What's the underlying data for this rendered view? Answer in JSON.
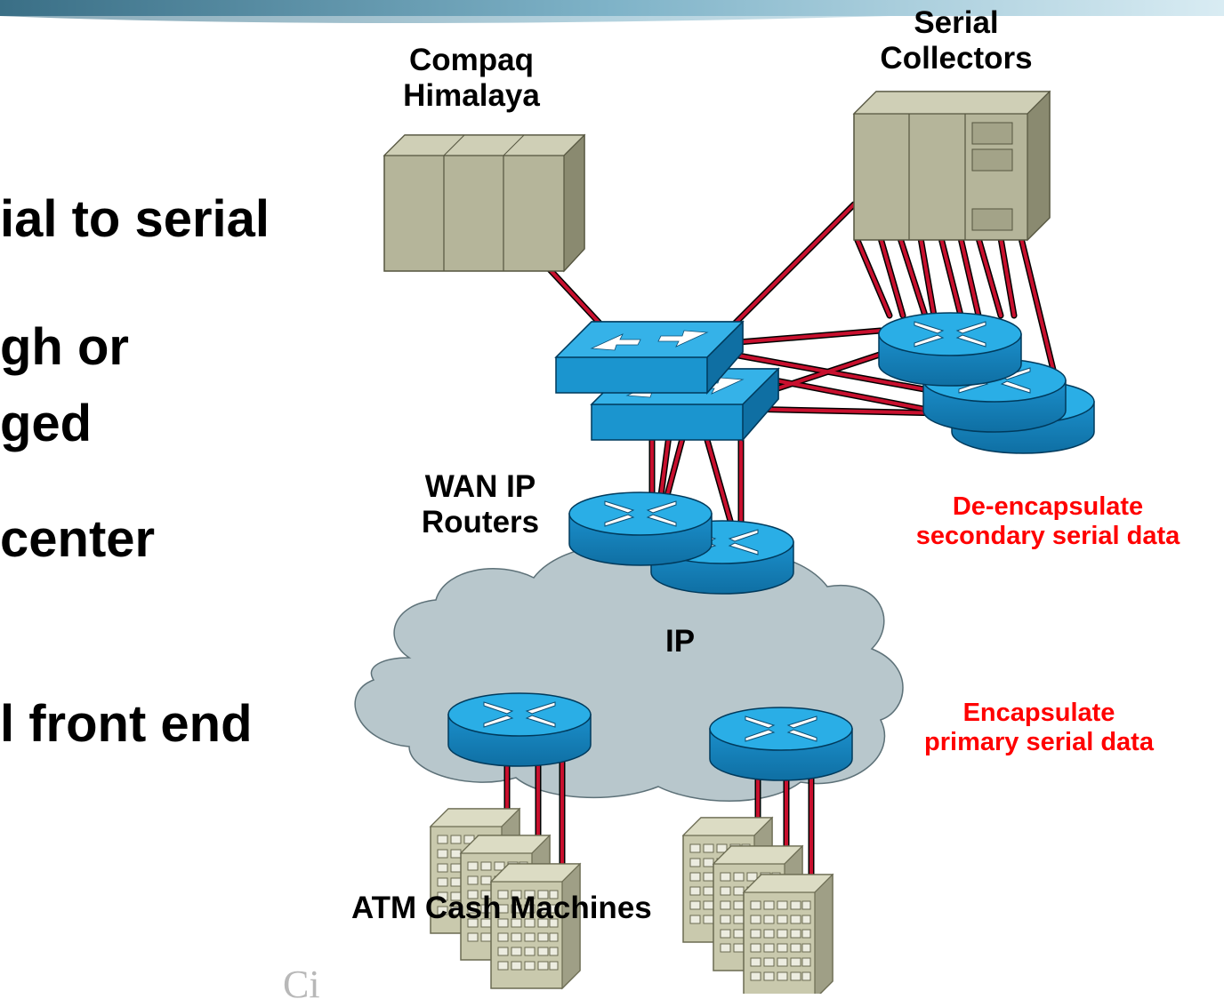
{
  "bullets": {
    "b1": "ial to serial",
    "b2a": "gh or",
    "b2b": "ged",
    "b3": "center",
    "b4": "l front end"
  },
  "labels": {
    "compaq": [
      "Compaq",
      "Himalaya"
    ],
    "serial_collectors": [
      "Serial",
      "Collectors"
    ],
    "wan_ip_routers": [
      "WAN IP",
      "Routers"
    ],
    "ip_cloud": "IP",
    "atm": "ATM Cash Machines",
    "deencap": [
      "De-encapsulate",
      "secondary serial data"
    ],
    "encap": [
      "Encapsulate",
      "primary serial data"
    ],
    "watermark": "Ci"
  },
  "colors": {
    "link_red": "#c8102e",
    "router_blue": "#1a9ad6",
    "label_red": "#ff0000",
    "cloud": "#b8c7cc",
    "mainframe": "#b5b59a"
  }
}
